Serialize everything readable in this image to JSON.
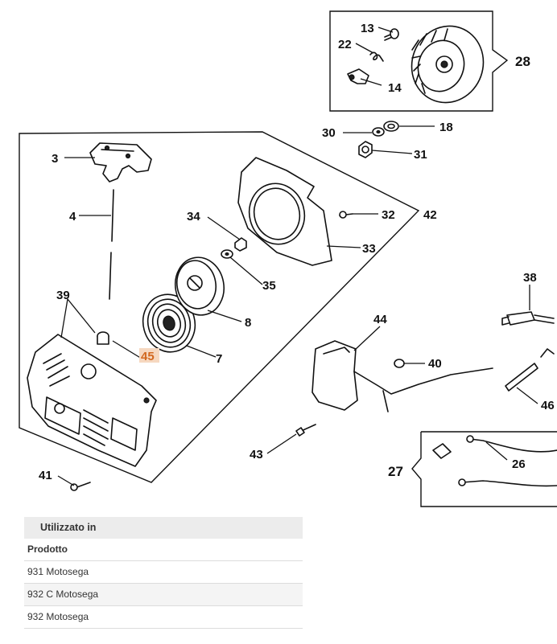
{
  "callouts": {
    "c3": "3",
    "c4": "4",
    "c7": "7",
    "c8": "8",
    "c13": "13",
    "c14": "14",
    "c18": "18",
    "c22": "22",
    "c26": "26",
    "c27": "27",
    "c28": "28",
    "c30": "30",
    "c31": "31",
    "c32": "32",
    "c33": "33",
    "c34": "34",
    "c35": "35",
    "c38": "38",
    "c39": "39",
    "c40": "40",
    "c41": "41",
    "c42": "42",
    "c43": "43",
    "c44": "44",
    "c45": "45",
    "c46": "46"
  },
  "highlight_color": "#d2681f",
  "usage": {
    "header": "Utilizzato in",
    "subheader": "Prodotto",
    "products": [
      "931 Motosega",
      "932 C Motosega",
      "932 Motosega"
    ]
  }
}
